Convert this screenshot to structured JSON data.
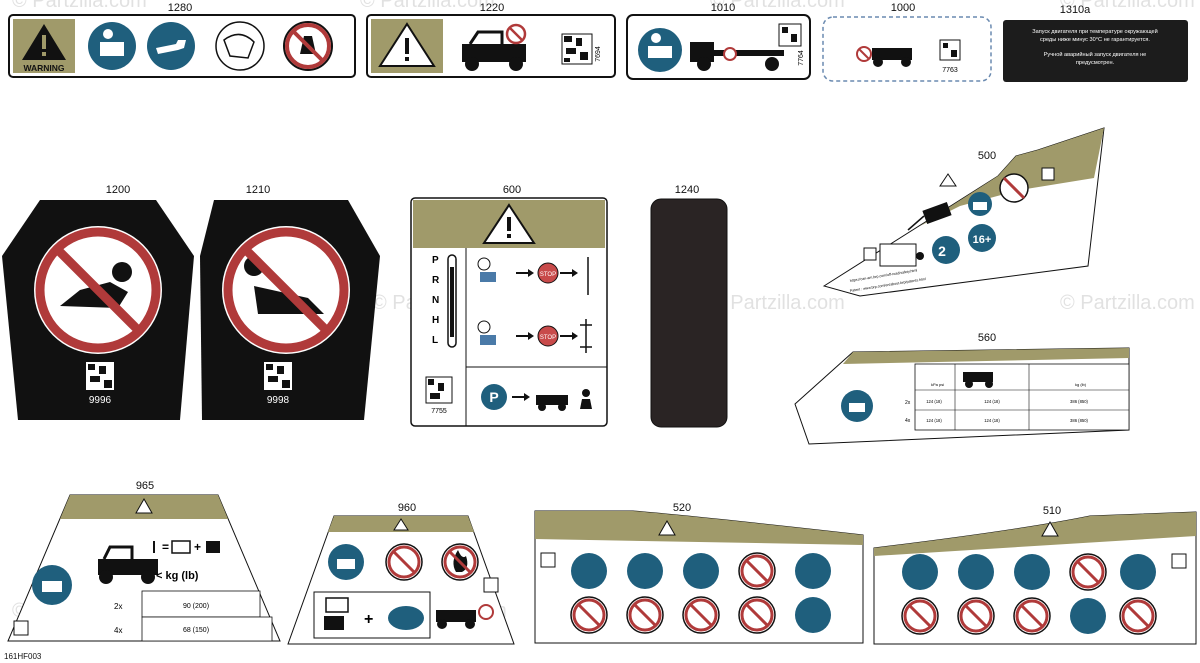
{
  "watermark": "© Partzilla.com",
  "ref_numbers": {
    "r1280": "1280",
    "r1220": "1220",
    "r1010": "1010",
    "r1000": "1000",
    "r1310a": "1310a",
    "r1200": "1200",
    "r1210": "1210",
    "r600": "600",
    "r1240": "1240",
    "r500": "500",
    "r560": "560",
    "r965": "965",
    "r960": "960",
    "r520": "520",
    "r510": "510"
  },
  "labels": {
    "warning": "WARNING",
    "c7694": "7694",
    "c7764": "7764",
    "c7763": "7763",
    "c9996": "9996",
    "c9998": "9998",
    "c7755": "7755",
    "ru_line1": "Запуск двигателя при температуре окружающей",
    "ru_line2": "среды ниже минус 30°C не гарантируется.",
    "ru_line3": "Ручной аварийный запуск двигателя не",
    "ru_line4": "предусмотрен.",
    "gears": [
      "P",
      "R",
      "N",
      "H",
      "L"
    ],
    "stop": "STOP",
    "p": "P",
    "age16": "16+",
    "two": "2",
    "url1": "https://can-am.brp.com/off-road/safety.html",
    "url2": "Patent : www.brp.com/en/about-brp/patents.html",
    "kpa": "kPa psi",
    "kg": "kg (lb)",
    "kg_lb": "< kg (lb)",
    "two_x": "2x",
    "four_x": "4x",
    "t560_r1": [
      "124 (18)",
      "124 (18)",
      "386 (850)"
    ],
    "t560_r2": [
      "124 (18)",
      "124 (18)",
      "386 (850)"
    ],
    "t965_r1": "90 (200)",
    "t965_r2": "68 (150)",
    "footer": "161HF003"
  },
  "colors": {
    "olive": "#a09a6a",
    "dark": "#1c1c1c",
    "blue": "#1f5f7d",
    "red_circle": "#b03a3a"
  }
}
